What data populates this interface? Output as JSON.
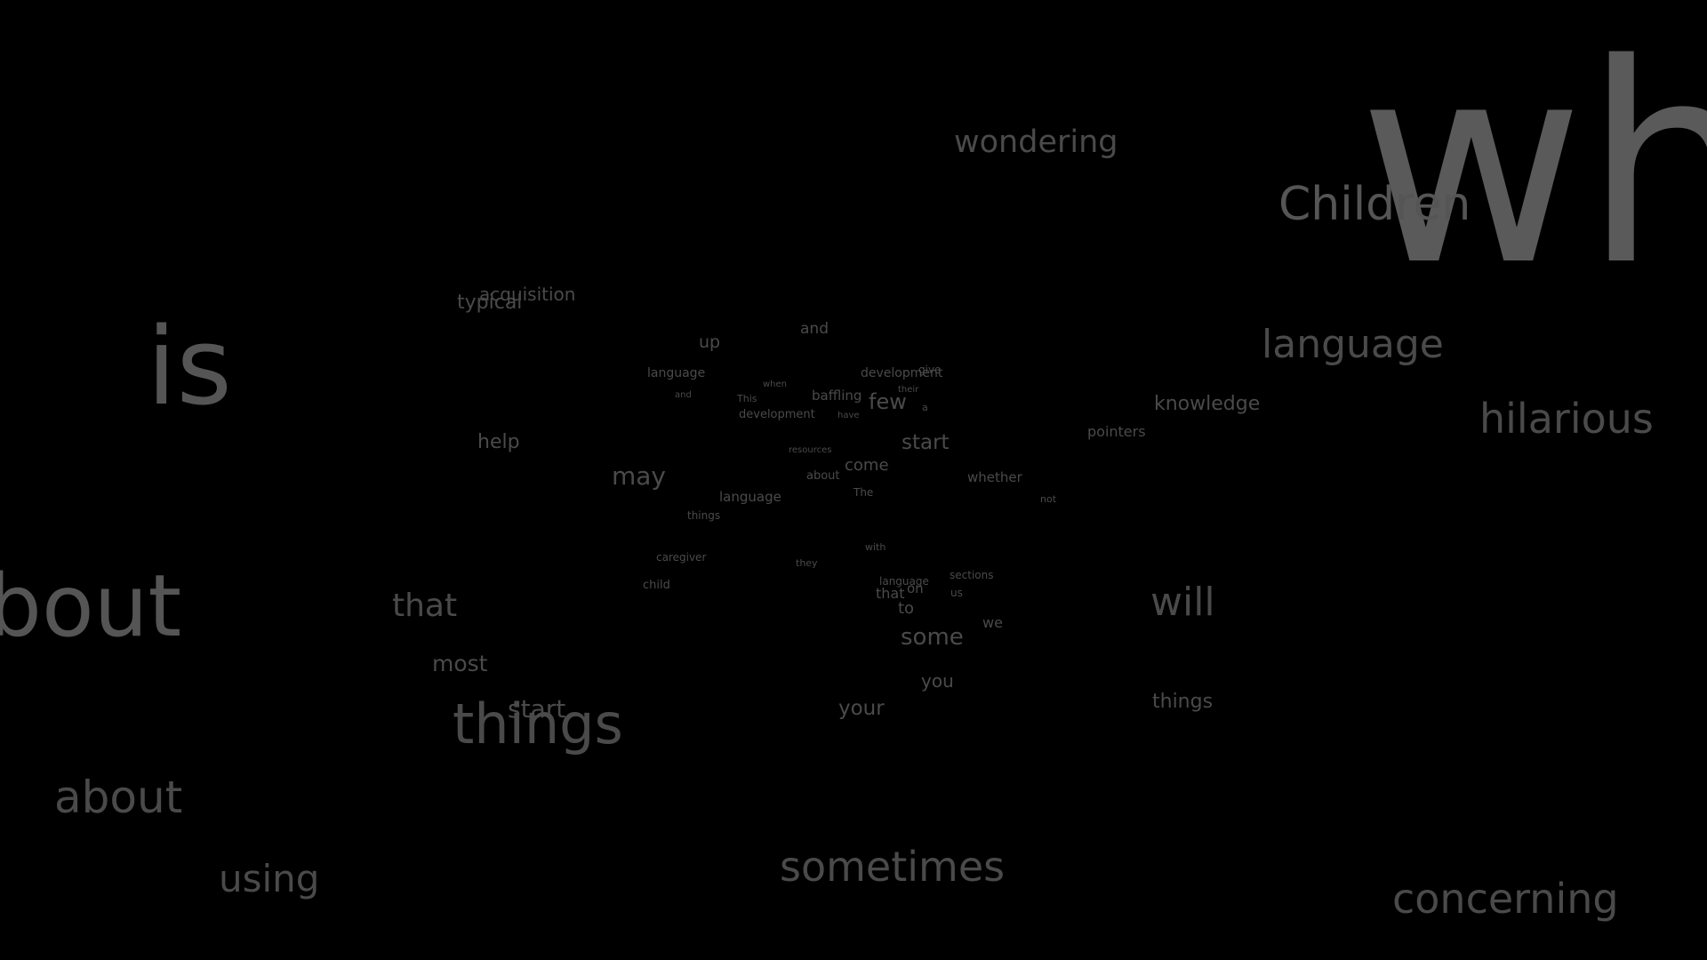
{
  "colors": {
    "background": "#000000",
    "far": "#3a3a3a",
    "mid": "#4a4a4a",
    "near": "#555555",
    "nearest": "#5e5e5e"
  },
  "words": [
    {
      "id": "wh",
      "text": "wh",
      "depth": "nearest"
    },
    {
      "id": "children",
      "text": "Children",
      "depth": "near"
    },
    {
      "id": "wondering",
      "text": "wondering",
      "depth": "mid"
    },
    {
      "id": "is",
      "text": "is",
      "depth": "near"
    },
    {
      "id": "about-edge",
      "text": "bout",
      "depth": "near"
    },
    {
      "id": "about-lower",
      "text": "about",
      "depth": "mid"
    },
    {
      "id": "using",
      "text": "using",
      "depth": "mid"
    },
    {
      "id": "things-large",
      "text": "things",
      "depth": "mid"
    },
    {
      "id": "start-lower",
      "text": "start",
      "depth": "mid"
    },
    {
      "id": "most",
      "text": "most",
      "depth": "mid"
    },
    {
      "id": "that-left",
      "text": "that",
      "depth": "mid"
    },
    {
      "id": "sometimes",
      "text": "sometimes",
      "depth": "mid"
    },
    {
      "id": "concerning",
      "text": "concerning",
      "depth": "mid"
    },
    {
      "id": "language-right",
      "text": "language",
      "depth": "mid"
    },
    {
      "id": "hilarious",
      "text": "hilarious",
      "depth": "mid"
    },
    {
      "id": "knowledge",
      "text": "knowledge",
      "depth": "mid"
    },
    {
      "id": "pointers",
      "text": "pointers",
      "depth": "mid"
    },
    {
      "id": "will",
      "text": "will",
      "depth": "mid"
    },
    {
      "id": "things-right",
      "text": "things",
      "depth": "mid"
    },
    {
      "id": "typical",
      "text": "typical",
      "depth": "mid"
    },
    {
      "id": "acquisition",
      "text": "acquisition",
      "depth": "mid"
    },
    {
      "id": "up",
      "text": "up",
      "depth": "mid"
    },
    {
      "id": "and-top",
      "text": "and",
      "depth": "mid"
    },
    {
      "id": "language-center",
      "text": "language",
      "depth": "mid"
    },
    {
      "id": "and-small",
      "text": "and",
      "depth": "far"
    },
    {
      "id": "when",
      "text": "when",
      "depth": "far"
    },
    {
      "id": "this",
      "text": "This",
      "depth": "far"
    },
    {
      "id": "development-center",
      "text": "development",
      "depth": "mid"
    },
    {
      "id": "baffling",
      "text": "baffling",
      "depth": "mid"
    },
    {
      "id": "development-top",
      "text": "development",
      "depth": "mid"
    },
    {
      "id": "give",
      "text": "give",
      "depth": "far"
    },
    {
      "id": "their",
      "text": "their",
      "depth": "far"
    },
    {
      "id": "few",
      "text": "few",
      "depth": "mid"
    },
    {
      "id": "a",
      "text": "a",
      "depth": "far"
    },
    {
      "id": "have",
      "text": "have",
      "depth": "far"
    },
    {
      "id": "help",
      "text": "help",
      "depth": "mid"
    },
    {
      "id": "start-center",
      "text": "start",
      "depth": "mid"
    },
    {
      "id": "resources",
      "text": "resources",
      "depth": "far"
    },
    {
      "id": "may",
      "text": "may",
      "depth": "mid"
    },
    {
      "id": "about-center",
      "text": "about",
      "depth": "far"
    },
    {
      "id": "come",
      "text": "come",
      "depth": "mid"
    },
    {
      "id": "whether",
      "text": "whether",
      "depth": "mid"
    },
    {
      "id": "language-mid",
      "text": "language",
      "depth": "mid"
    },
    {
      "id": "the",
      "text": "The",
      "depth": "far"
    },
    {
      "id": "not",
      "text": "not",
      "depth": "far"
    },
    {
      "id": "things-small",
      "text": "things",
      "depth": "far"
    },
    {
      "id": "with",
      "text": "with",
      "depth": "far"
    },
    {
      "id": "caregiver",
      "text": "caregiver",
      "depth": "far"
    },
    {
      "id": "they",
      "text": "they",
      "depth": "far"
    },
    {
      "id": "sections",
      "text": "sections",
      "depth": "far"
    },
    {
      "id": "language-lower",
      "text": "language",
      "depth": "far"
    },
    {
      "id": "child",
      "text": "child",
      "depth": "far"
    },
    {
      "id": "on",
      "text": "on",
      "depth": "mid"
    },
    {
      "id": "that-center",
      "text": "that",
      "depth": "mid"
    },
    {
      "id": "us",
      "text": "us",
      "depth": "far"
    },
    {
      "id": "to",
      "text": "to",
      "depth": "mid"
    },
    {
      "id": "we",
      "text": "we",
      "depth": "mid"
    },
    {
      "id": "some",
      "text": "some",
      "depth": "mid"
    },
    {
      "id": "you",
      "text": "you",
      "depth": "mid"
    },
    {
      "id": "your",
      "text": "your",
      "depth": "mid"
    }
  ]
}
